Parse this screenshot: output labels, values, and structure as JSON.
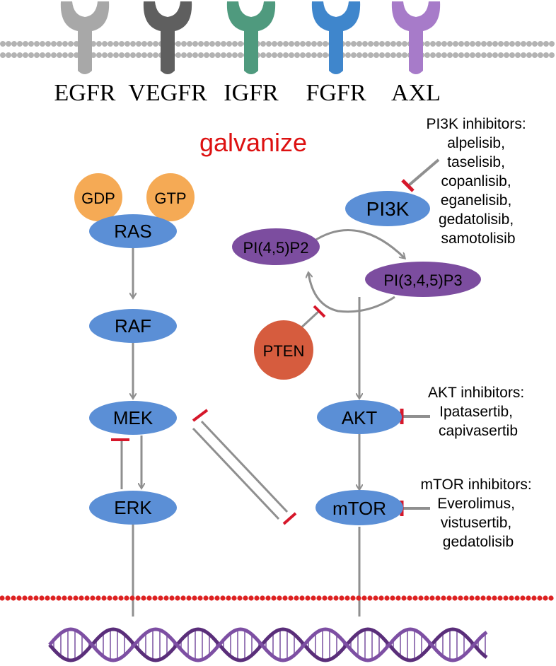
{
  "receptors": [
    {
      "label": "EGFR",
      "color": "#a8a8a8"
    },
    {
      "label": "VEGFR",
      "color": "#5f5f5f"
    },
    {
      "label": "IGFR",
      "color": "#4f9a7e"
    },
    {
      "label": "FGFR",
      "color": "#3f86cc"
    },
    {
      "label": "AXL",
      "color": "#a77bc9"
    }
  ],
  "watermark": "galvanize",
  "colors": {
    "node_blue": "#5b8fd6",
    "node_purple": "#7c4d9f",
    "gdp_gtp": "#f5aa55",
    "pten": "#d65c3e",
    "arrow_gray": "#8f8f8f",
    "inhibit_red": "#d6172a",
    "membrane_red": "#dd2222",
    "membrane_gray": "#b3b3b3",
    "watermark_red": "#dd1111"
  },
  "nodes": {
    "gdp": "GDP",
    "gtp": "GTP",
    "ras": "RAS",
    "raf": "RAF",
    "mek": "MEK",
    "erk": "ERK",
    "pi3k": "PI3K",
    "pip2": "PI(4,5)P2",
    "pip3": "PI(3,4,5)P3",
    "pten": "PTEN",
    "akt": "AKT",
    "mtor": "mTOR"
  },
  "inhibitors": {
    "pi3k": [
      "PI3K inhibitors:",
      "alpelisib,",
      "taselisib,",
      "copanlisib,",
      "eganelisib,",
      "gedatolisib,",
      "samotolisib"
    ],
    "akt": [
      "AKT inhibitors:",
      "Ipatasertib,",
      "capivasertib"
    ],
    "mtor": [
      "mTOR inhibitors:",
      "Everolimus,",
      "vistusertib,",
      "gedatolisib"
    ]
  }
}
